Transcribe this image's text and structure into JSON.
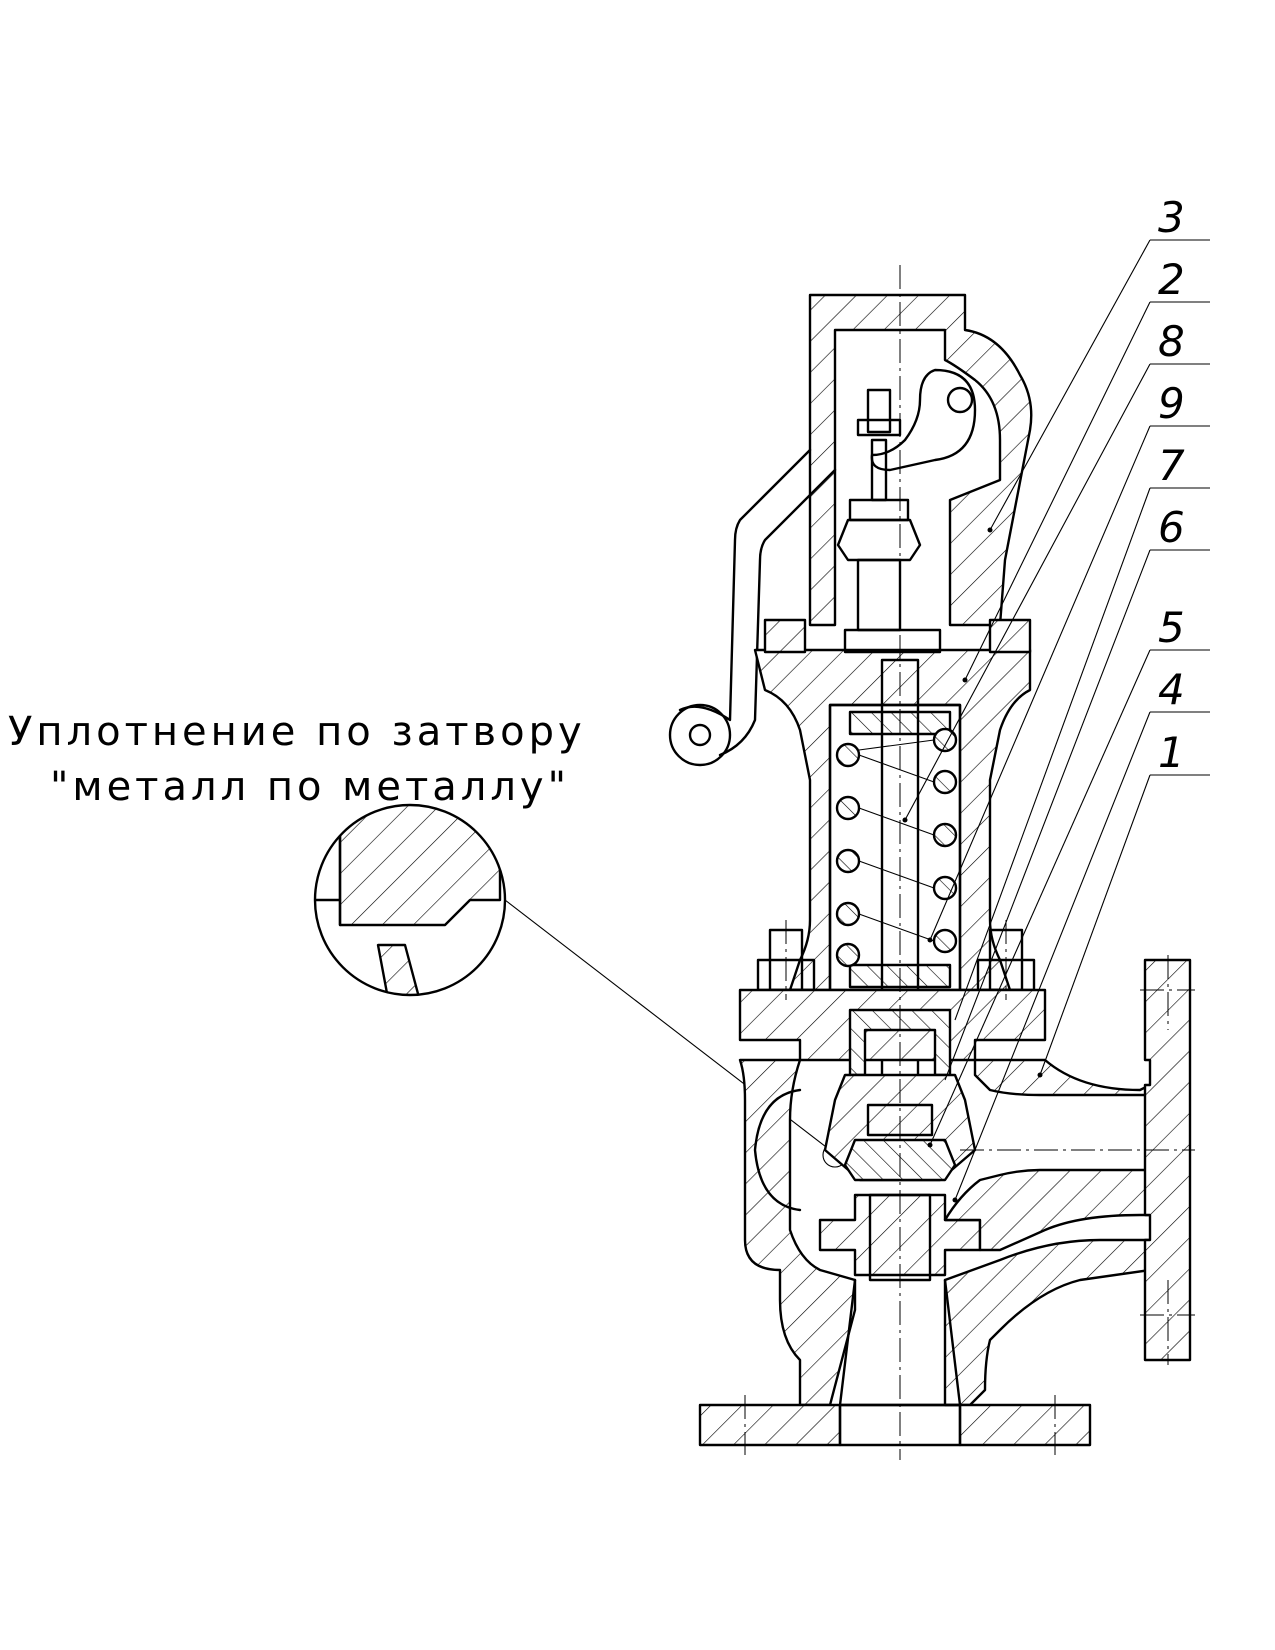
{
  "caption": {
    "line1": "Уплотнение по затвору",
    "line2": "\"металл по металлу\""
  },
  "callouts": [
    "3",
    "2",
    "8",
    "9",
    "7",
    "6",
    "5",
    "4",
    "1"
  ]
}
